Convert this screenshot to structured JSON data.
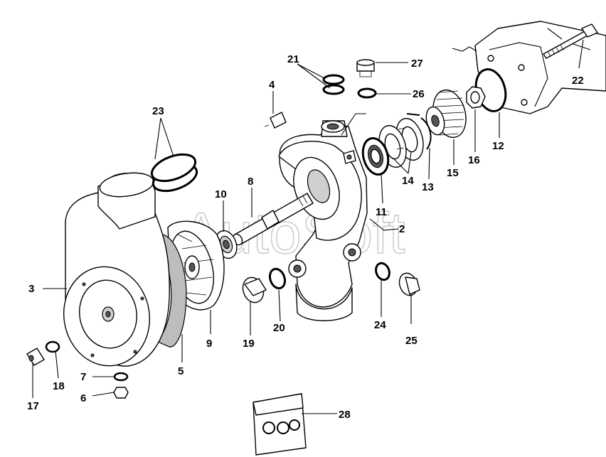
{
  "watermark": "AutoSoft",
  "callouts": [
    {
      "id": "label-1",
      "text": "2"
    },
    {
      "id": "label-3",
      "text": "3"
    },
    {
      "id": "label-4",
      "text": "4"
    },
    {
      "id": "label-5",
      "text": "5"
    },
    {
      "id": "label-6",
      "text": "6"
    },
    {
      "id": "label-7",
      "text": "7"
    },
    {
      "id": "label-8",
      "text": "8"
    },
    {
      "id": "label-9",
      "text": "9"
    },
    {
      "id": "label-10",
      "text": "10"
    },
    {
      "id": "label-11",
      "text": "11"
    },
    {
      "id": "label-12",
      "text": "12"
    },
    {
      "id": "label-13",
      "text": "13"
    },
    {
      "id": "label-14",
      "text": "14"
    },
    {
      "id": "label-15",
      "text": "15"
    },
    {
      "id": "label-16",
      "text": "16"
    },
    {
      "id": "label-17",
      "text": "17"
    },
    {
      "id": "label-18",
      "text": "18"
    },
    {
      "id": "label-19",
      "text": "19"
    },
    {
      "id": "label-20",
      "text": "20"
    },
    {
      "id": "label-21",
      "text": "21"
    },
    {
      "id": "label-22",
      "text": "22"
    },
    {
      "id": "label-23",
      "text": "23"
    },
    {
      "id": "label-24",
      "text": "24"
    },
    {
      "id": "label-25",
      "text": "25"
    },
    {
      "id": "label-26",
      "text": "26"
    },
    {
      "id": "label-27",
      "text": "27"
    },
    {
      "id": "label-28",
      "text": "28"
    }
  ]
}
